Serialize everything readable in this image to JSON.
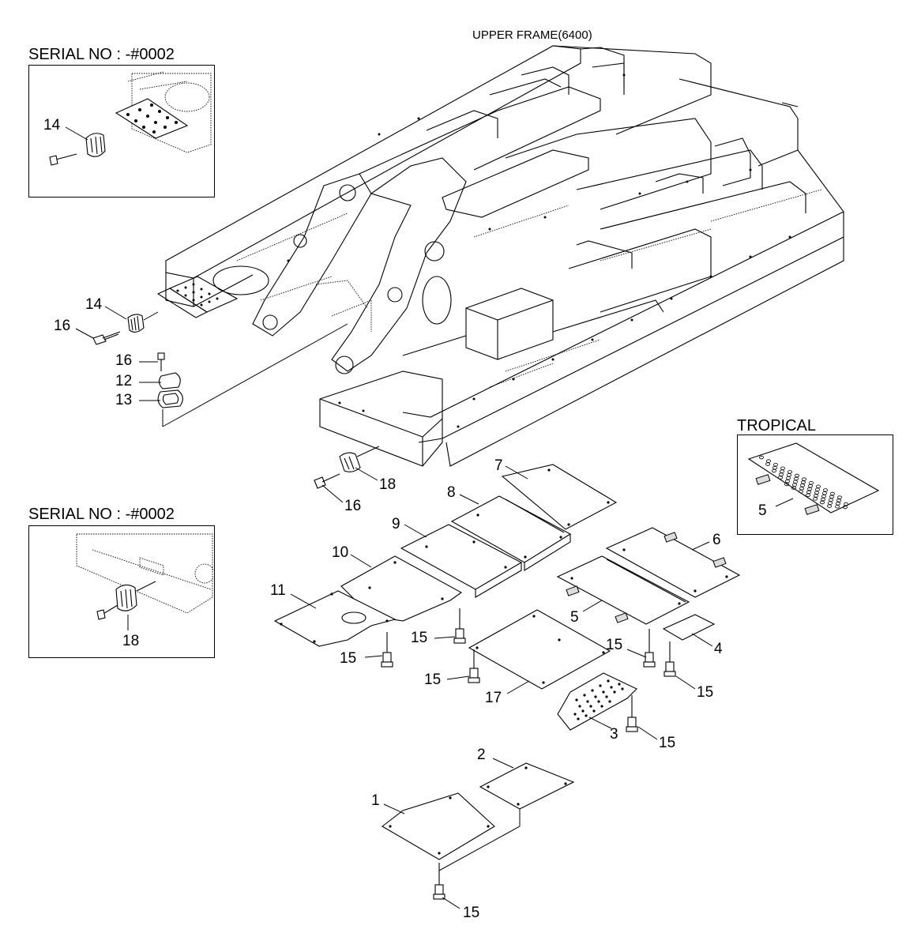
{
  "diagram": {
    "title": "UPPER FRAME(6400)",
    "inset_top": {
      "caption": "SERIAL NO : -#0002",
      "callouts": [
        "14"
      ]
    },
    "inset_middle": {
      "caption": "SERIAL NO : -#0002",
      "callouts": [
        "18"
      ]
    },
    "inset_tropical": {
      "caption": "TROPICAL",
      "callouts": [
        "5"
      ]
    },
    "callouts": {
      "c14": "14",
      "c16a": "16",
      "c16b": "16",
      "c12": "12",
      "c13": "13",
      "c18": "18",
      "c16c": "16",
      "c7": "7",
      "c8": "8",
      "c9": "9",
      "c10": "10",
      "c11": "11",
      "c6": "6",
      "c5": "5",
      "c4": "4",
      "c15a": "15",
      "c15b": "15",
      "c15c": "15",
      "c15d": "15",
      "c15e": "15",
      "c15f": "15",
      "c15g": "15",
      "c17": "17",
      "c3": "3",
      "c2": "2",
      "c1": "1"
    }
  }
}
